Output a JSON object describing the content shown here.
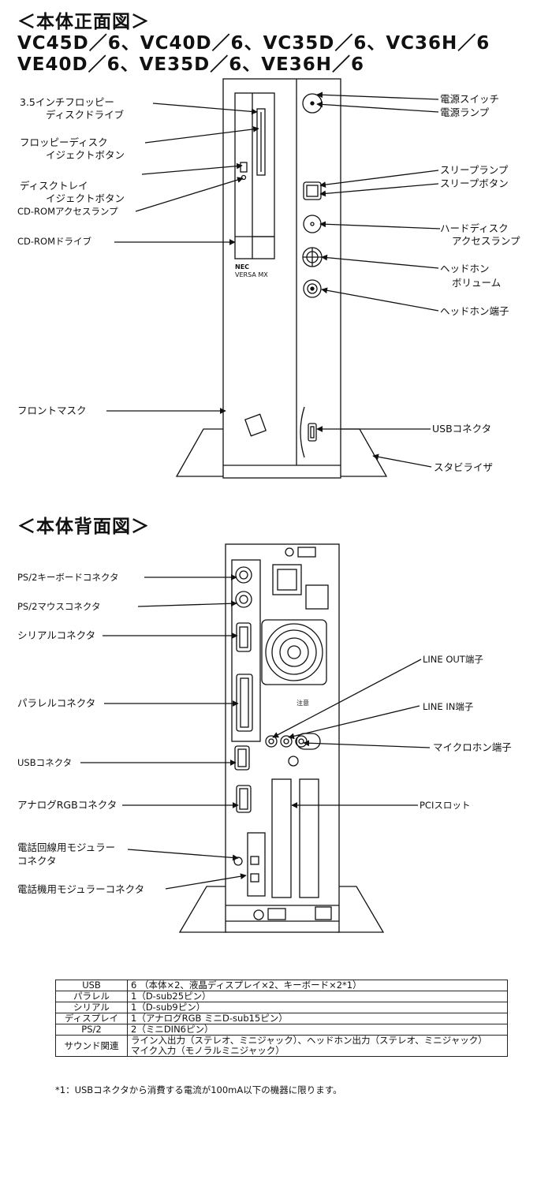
{
  "front": {
    "heading": "＜本体正面図＞",
    "models_line1": "VC45D／6、VC40D／6、VC35D／6、VC36H／6",
    "models_line2": "VE40D／6、VE35D／6、VE36H／6",
    "left_labels": {
      "floppy_drive_1": "3.5インチフロッピー",
      "floppy_drive_2": "ディスクドライブ",
      "floppy_eject_1": "フロッピーディスク",
      "floppy_eject_2": "イジェクトボタン",
      "tray_eject_1": "ディスクトレイ",
      "tray_eject_2": "イジェクトボタン",
      "cdrom_lamp": "CD-ROMアクセスランプ",
      "cdrom_drive": "CD-ROMドライブ",
      "front_mask": "フロントマスク"
    },
    "right_labels": {
      "power_switch": "電源スイッチ",
      "power_lamp": "電源ランプ",
      "sleep_lamp": "スリープランプ",
      "sleep_button": "スリープボタン",
      "hdd_lamp_1": "ハードディスク",
      "hdd_lamp_2": "アクセスランプ",
      "hp_volume_1": "ヘッドホン",
      "hp_volume_2": "ボリューム",
      "hp_jack": "ヘッドホン端子",
      "usb": "USBコネクタ",
      "stabilizer": "スタビライザ"
    },
    "brand_1": "NEC",
    "brand_2": "VERSA MX"
  },
  "back": {
    "heading": "＜本体背面図＞",
    "left_labels": {
      "ps2_kb": "PS/2キーボードコネクタ",
      "ps2_mouse": "PS/2マウスコネクタ",
      "serial": "シリアルコネクタ",
      "parallel": "パラレルコネクタ",
      "usb": "USBコネクタ",
      "analog_rgb": "アナログRGBコネクタ",
      "modular_line_1": "電話回線用モジュラー",
      "modular_line_2": "コネクタ",
      "modular_phone": "電話機用モジュラーコネクタ"
    },
    "right_labels": {
      "line_out": "LINE OUT端子",
      "line_in": "LINE IN端子",
      "mic": "マイクロホン端子",
      "pci": "PCIスロット"
    },
    "psu_note": "注意"
  },
  "spec_table": {
    "rows": [
      {
        "key": "USB",
        "value": "6 （本体×2、液晶ディスプレイ×2、キーボード×2*1）"
      },
      {
        "key": "パラレル",
        "value": "1（D-sub25ピン）"
      },
      {
        "key": "シリアル",
        "value": "1（D-sub9ピン）"
      },
      {
        "key": "ディスプレイ",
        "value": "1（アナログRGB ミニD-sub15ピン）"
      },
      {
        "key": "PS/2",
        "value": "2（ミニDIN6ピン）"
      },
      {
        "key": "サウンド関連",
        "value": "ライン入出力（ステレオ、ミニジャック）、ヘッドホン出力（ステレオ、ミニジャック）",
        "value2": "マイク入力（モノラルミニジャック）"
      }
    ]
  },
  "footnote": "*1：USBコネクタから消費する電流が100mA以下の機器に限ります。"
}
